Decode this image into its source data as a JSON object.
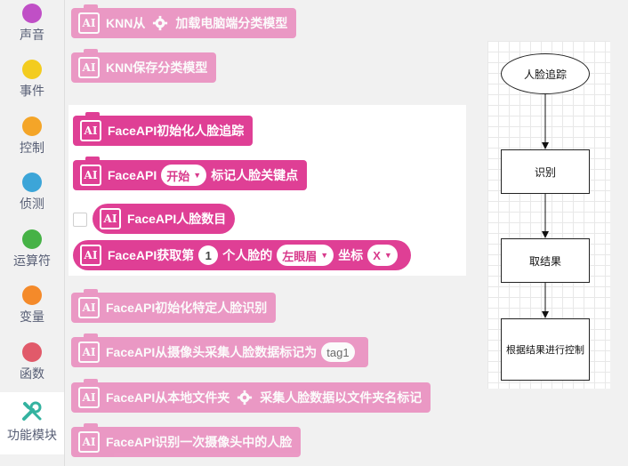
{
  "sidebar": {
    "items": [
      {
        "label": "声音",
        "color": "#c04fc6"
      },
      {
        "label": "事件",
        "color": "#f3cc1f"
      },
      {
        "label": "控制",
        "color": "#f4a528"
      },
      {
        "label": "侦测",
        "color": "#3ca5d8"
      },
      {
        "label": "运算符",
        "color": "#46b246"
      },
      {
        "label": "变量",
        "color": "#f48a2a"
      },
      {
        "label": "函数",
        "color": "#e15a6a"
      },
      {
        "label": "功能模块",
        "color": "#34b3a0"
      }
    ]
  },
  "blocks": {
    "ai_icon": "AI",
    "knn_load": {
      "prefix": "KNN从",
      "suffix": "加载电脑端分类模型"
    },
    "knn_save": {
      "label": "KNN保存分类模型"
    },
    "face_init_track": {
      "label": "FaceAPI初始化人脸追踪"
    },
    "face_mark": {
      "prefix": "FaceAPI",
      "dropdown": "开始",
      "suffix": "标记人脸关键点"
    },
    "face_count": {
      "label": "FaceAPI人脸数目"
    },
    "face_get": {
      "prefix": "FaceAPI获取第",
      "index": "1",
      "middle": "个人脸的",
      "part": "左眼眉",
      "coord_label": "坐标",
      "coord": "X"
    },
    "face_init_specific": {
      "label": "FaceAPI初始化特定人脸识别"
    },
    "face_capture_tag": {
      "prefix": "FaceAPI从摄像头采集人脸数据标记为",
      "tag": "tag1"
    },
    "face_local": {
      "prefix": "FaceAPI从本地文件夹",
      "suffix": "采集人脸数据以文件夹名标记"
    },
    "face_recognize": {
      "label": "FaceAPI识别一次摄像头中的人脸"
    }
  },
  "flowchart": {
    "nodes": [
      "人脸追踪",
      "识别",
      "取结果",
      "根据结果进行控制"
    ]
  },
  "colors": {
    "block": "#ea64a8",
    "accent": "#d83b8c"
  }
}
